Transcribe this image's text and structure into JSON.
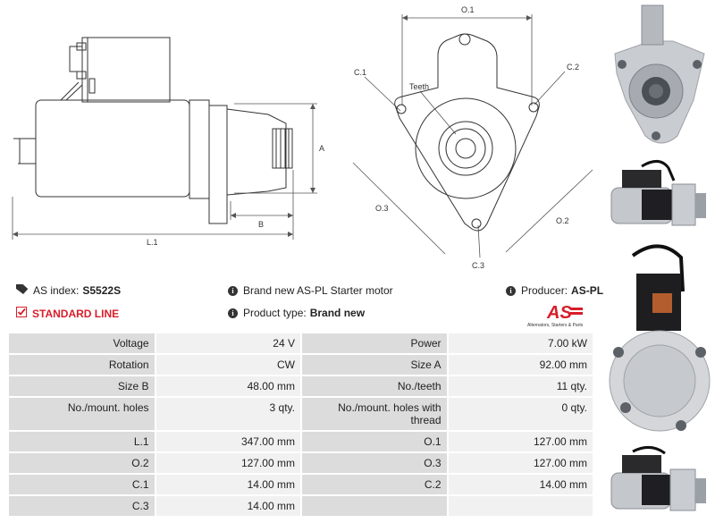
{
  "drawing": {
    "labels": {
      "o1": "O.1",
      "c1": "C.1",
      "c2": "C.2",
      "c3": "C.3",
      "o2": "O.2",
      "o3": "O.3",
      "teeth": "Teeth",
      "a": "A",
      "b": "B",
      "l1": "L.1"
    }
  },
  "info": {
    "as_index_label": "AS index:",
    "as_index_value": "S5522S",
    "product_desc": "Brand new AS-PL Starter motor",
    "producer_label": "Producer:",
    "producer_value": "AS-PL",
    "standard_line": "STANDARD LINE",
    "product_type_label": "Product type:",
    "product_type_value": "Brand new",
    "logo_text": "AS",
    "logo_tagline": "Alternators, Starters & Parts"
  },
  "specs": [
    [
      "Voltage",
      "24 V",
      "Power",
      "7.00 kW"
    ],
    [
      "Rotation",
      "CW",
      "Size A",
      "92.00 mm"
    ],
    [
      "Size B",
      "48.00 mm",
      "No./teeth",
      "11 qty."
    ],
    [
      "No./mount. holes",
      "3 qty.",
      "No./mount. holes with thread",
      "0 qty."
    ],
    [
      "L.1",
      "347.00 mm",
      "O.1",
      "127.00 mm"
    ],
    [
      "O.2",
      "127.00 mm",
      "O.3",
      "127.00 mm"
    ],
    [
      "C.1",
      "14.00 mm",
      "C.2",
      "14.00 mm"
    ],
    [
      "C.3",
      "14.00 mm",
      "",
      ""
    ]
  ],
  "colors": {
    "accent_red": "#d81e2a",
    "label_bg": "#dcdcdc",
    "value_bg": "#f1f1f1"
  }
}
